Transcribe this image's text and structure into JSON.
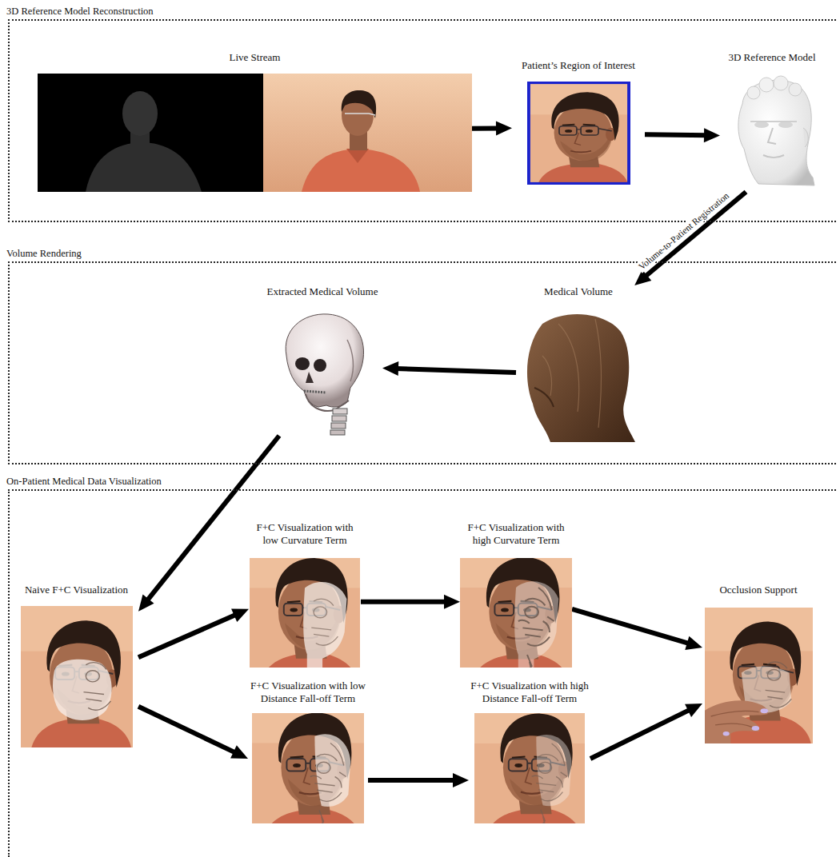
{
  "diagram": {
    "nodes": [
      {
        "text": [
          "3D Reference Model Reconstruction"
        ]
      },
      {
        "text": [
          "Live Stream"
        ],
        "in": 0
      },
      {
        "text": [
          "Patient’s Region of Interest"
        ],
        "in": 0
      },
      {
        "text": [
          "3D Reference Model"
        ],
        "in": 0
      },
      {
        "text": [
          "Volume Rendering"
        ]
      },
      {
        "text": [
          "Extracted Medical Volume"
        ],
        "in": 4
      },
      {
        "text": [
          "Medical Volume"
        ],
        "in": 4
      },
      {
        "text": [
          "On-Patient Medical Data Visualization"
        ]
      },
      {
        "text": [
          "Naive F+C Visualization"
        ],
        "in": 7
      },
      {
        "text": [
          "F+C Visualization with low Curvature Term"
        ],
        "in": 7
      },
      {
        "text": [
          "F+C Visualization with high Curvature Term"
        ],
        "in": 7
      },
      {
        "text": [
          "F+C Visualization with low Distance Fall-off Term"
        ],
        "in": 7
      },
      {
        "text": [
          "F+C Visualization with high Distance Fall-off Term"
        ],
        "in": 7
      },
      {
        "text": [
          "Occlusion Support"
        ],
        "in": 7
      }
    ],
    "edges": [
      {
        "from": 1,
        "to": 2,
        "arrow": "to"
      },
      {
        "from": 2,
        "to": 3,
        "arrow": "to"
      },
      {
        "from": 3,
        "to": 6,
        "label": "Volume-to-Patient Registration",
        "arrow": "to"
      },
      {
        "from": 6,
        "to": 5,
        "arrow": "to"
      },
      {
        "from": 5,
        "to": 8,
        "arrow": "to"
      },
      {
        "from": 8,
        "to": 9,
        "arrow": "to"
      },
      {
        "from": 8,
        "to": 11,
        "arrow": "to"
      },
      {
        "from": 9,
        "to": 10,
        "arrow": "to"
      },
      {
        "from": 11,
        "to": 12,
        "arrow": "to"
      },
      {
        "from": 10,
        "to": 13,
        "arrow": "to"
      },
      {
        "from": 12,
        "to": 13,
        "arrow": "to"
      }
    ]
  }
}
